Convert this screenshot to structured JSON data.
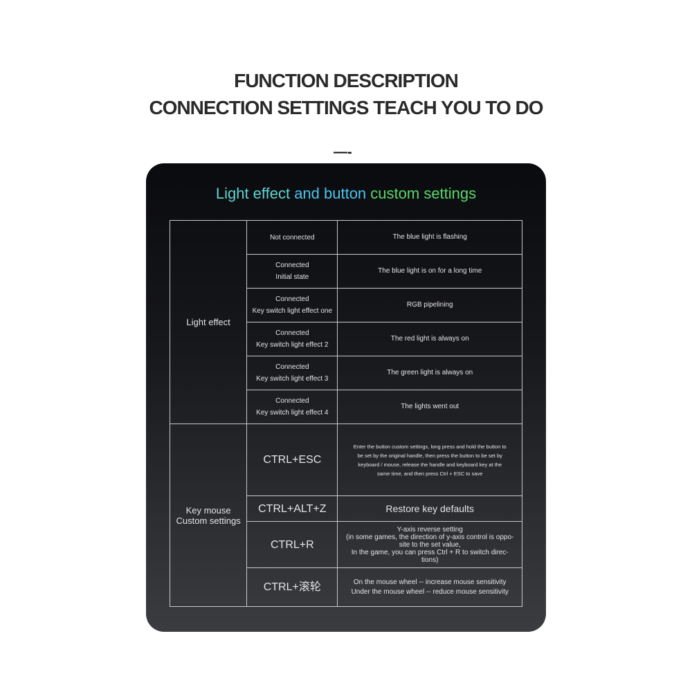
{
  "header": {
    "title": "FUNCTION DESCRIPTION",
    "subtitle": "CONNECTION SETTINGS TEACH YOU TO DO",
    "divider": "—-"
  },
  "card": {
    "title_parts": [
      "Light effect ",
      "and button ",
      "custom settings"
    ],
    "light_effect": {
      "label": "Light effect",
      "rows": [
        {
          "state": [
            "Not connected"
          ],
          "description": "The blue light is flashing"
        },
        {
          "state": [
            "Connected",
            "Initial state"
          ],
          "description": "The blue light is on for a long time"
        },
        {
          "state": [
            "Connected",
            "Key switch light effect one"
          ],
          "description": "RGB pipelining"
        },
        {
          "state": [
            "Connected",
            "Key switch light effect 2"
          ],
          "description": "The red light is always on"
        },
        {
          "state": [
            "Connected",
            "Key switch light effect 3"
          ],
          "description": "The green light is always on"
        },
        {
          "state": [
            "Connected",
            "Key switch light effect 4"
          ],
          "description": "The lights went out"
        }
      ]
    },
    "key_mouse": {
      "label": [
        "Key mouse",
        "Custom settings"
      ],
      "rows": [
        {
          "key": "CTRL+ESC",
          "description": [
            "Enter the button custom settings, long press and hold the button to",
            "be set by the original handle, then press the button to be set by",
            "keyboard / mouse, release the handle and keyboard key at the",
            "same time, and then press Ctrl + ESC to save"
          ]
        },
        {
          "key": "CTRL+ALT+Z",
          "description": [
            "Restore key defaults"
          ]
        },
        {
          "key": "CTRL+R",
          "description": [
            "Y-axis reverse setting",
            "(in some games, the direction of y-axis control is oppo-",
            "site to the set value,",
            "In the game, you can press Ctrl + R to switch direc-",
            "tions)"
          ]
        },
        {
          "key": "CTRL+滚轮",
          "description": [
            "On the mouse wheel -- increase mouse sensitivity",
            "Under the mouse wheel -- reduce mouse sensitivity"
          ]
        }
      ]
    }
  }
}
